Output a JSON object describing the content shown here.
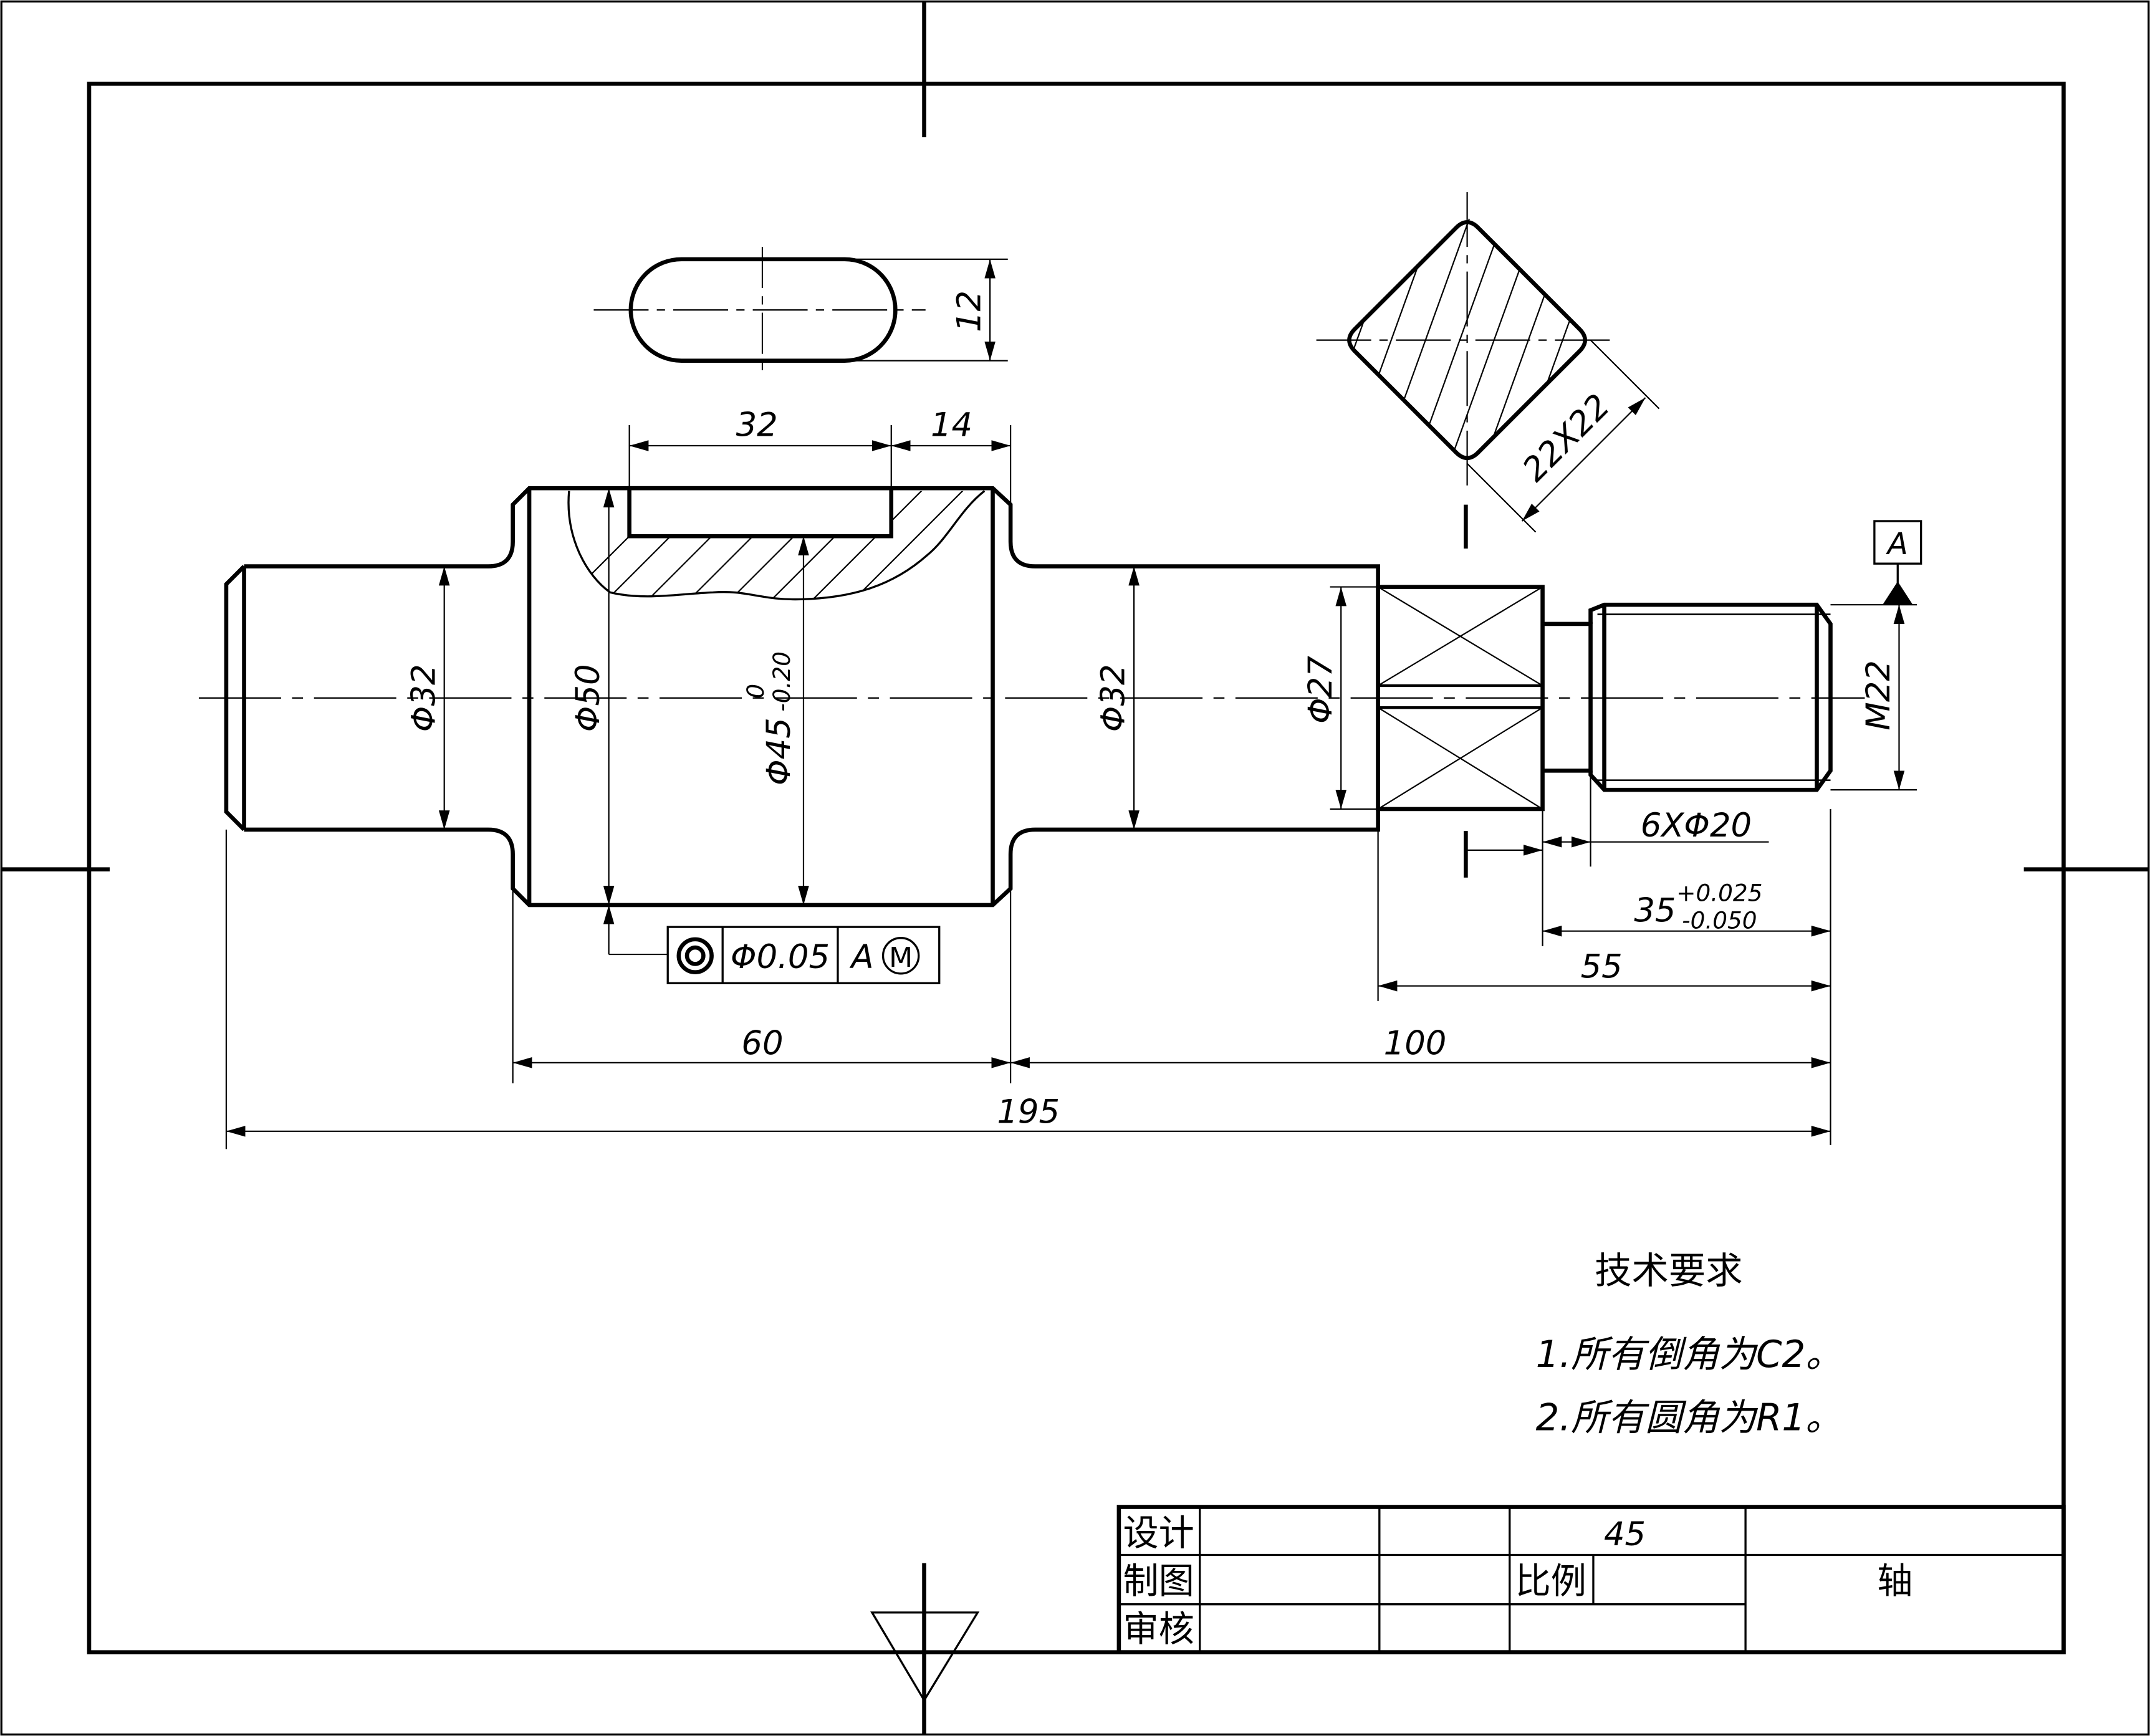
{
  "dimensions": {
    "slot_width": "12",
    "key_length": "32",
    "key_offset": "14",
    "square_size": "22X22",
    "dia_left": "Φ32",
    "dia_collar": "Φ50",
    "dia_bore_base": "Φ45",
    "dia_bore_tol_upper": "0",
    "dia_bore_tol_lower": "-0.20",
    "dia_right": "Φ32",
    "dia_square": "Φ27",
    "thread": "M22",
    "undercut": "6XΦ20",
    "len_35_base": "35",
    "len_35_tol_upper": "+0.025",
    "len_35_tol_lower": "-0.050",
    "len_55": "55",
    "len_60": "60",
    "len_100": "100",
    "len_195": "195"
  },
  "datum": {
    "label": "A"
  },
  "section_label": "I",
  "tolerance_frame": {
    "symbol": "◎",
    "value": "Φ0.05",
    "datum": "A",
    "modifier": "M"
  },
  "notes": {
    "title": "技术要求",
    "line1": "1.所有倒角为C2。",
    "line2": "2.所有圆角为R1。"
  },
  "title_block": {
    "design": "设计",
    "draw": "制图",
    "review": "审核",
    "material": "45",
    "scale": "比例",
    "part_name": "轴"
  }
}
